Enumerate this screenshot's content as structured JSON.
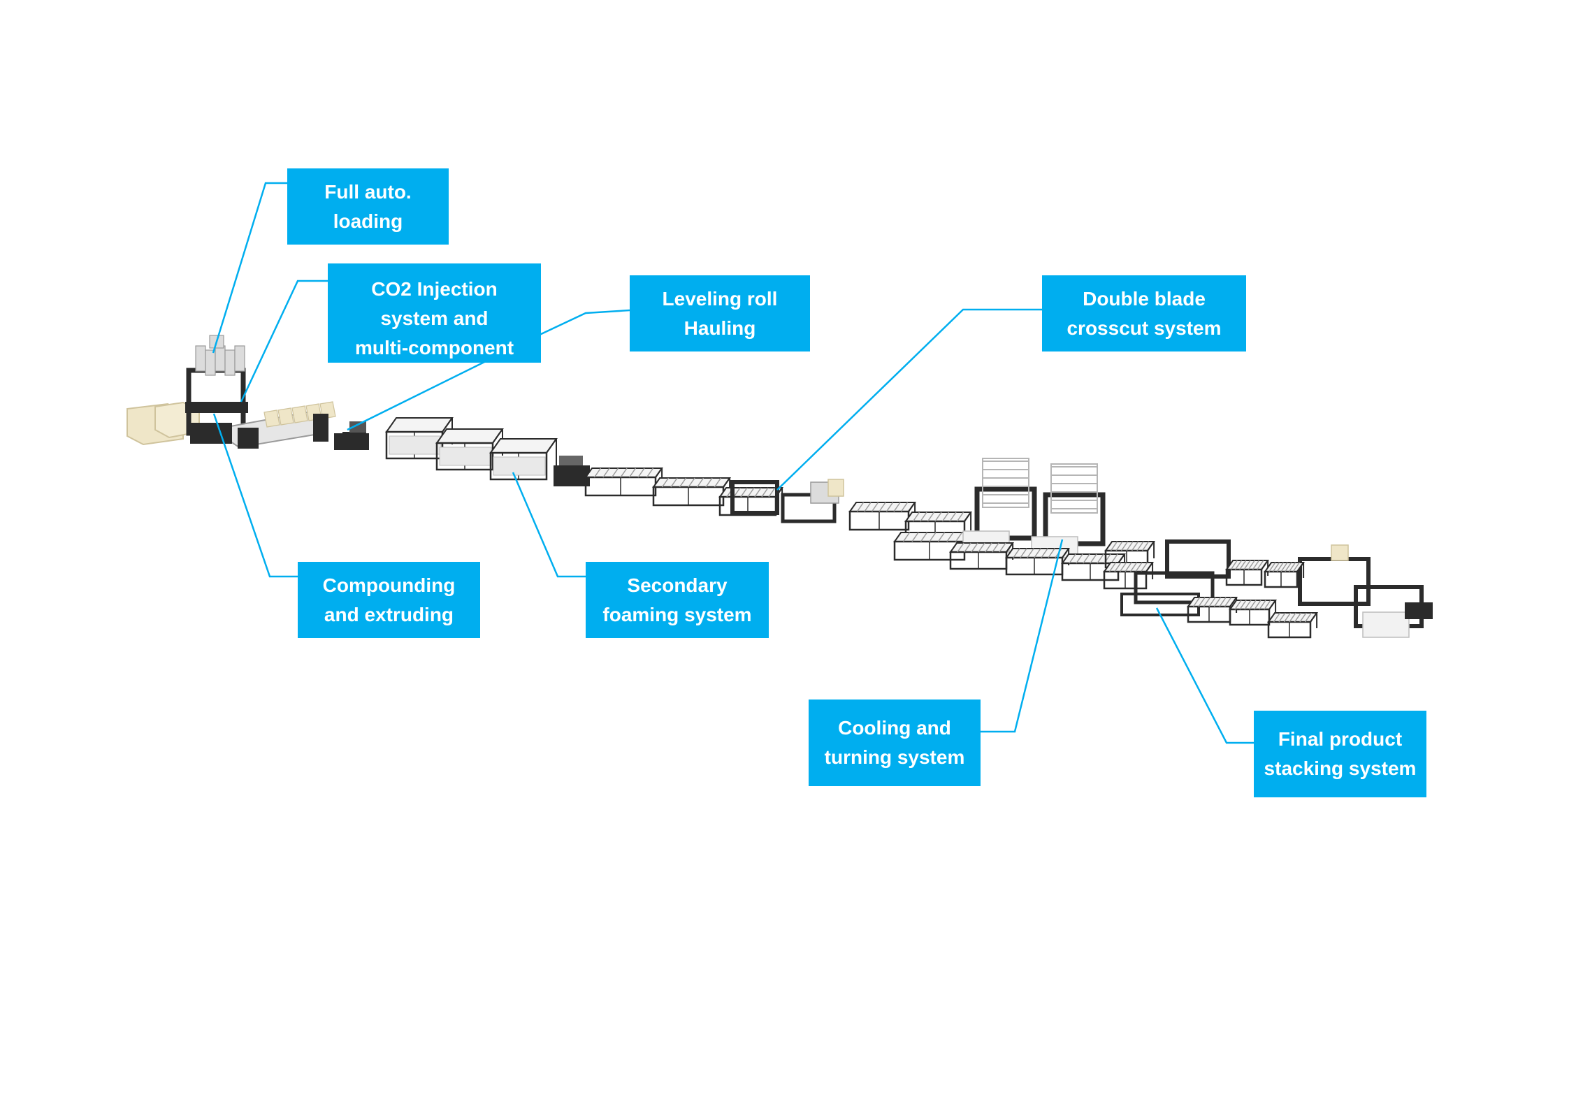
{
  "diagram": {
    "accent_color": "#00aeef",
    "machine_color": "#2b2b2b",
    "beige_color": "#efe6c8",
    "callouts": [
      {
        "id": "loading",
        "lines": [
          "Full auto.",
          "loading"
        ]
      },
      {
        "id": "co2",
        "lines": [
          "CO2 Injection",
          "system and",
          "multi-component"
        ]
      },
      {
        "id": "leveling",
        "lines": [
          "Leveling roll",
          "Hauling"
        ]
      },
      {
        "id": "crosscut",
        "lines": [
          "Double blade",
          "crosscut system"
        ]
      },
      {
        "id": "compounding",
        "lines": [
          "Compounding",
          "and extruding"
        ]
      },
      {
        "id": "secondary",
        "lines": [
          "Secondary",
          "foaming system"
        ]
      },
      {
        "id": "cooling",
        "lines": [
          "Cooling and",
          "turning system"
        ]
      },
      {
        "id": "stacking",
        "lines": [
          "Final product",
          "stacking system"
        ]
      }
    ]
  }
}
